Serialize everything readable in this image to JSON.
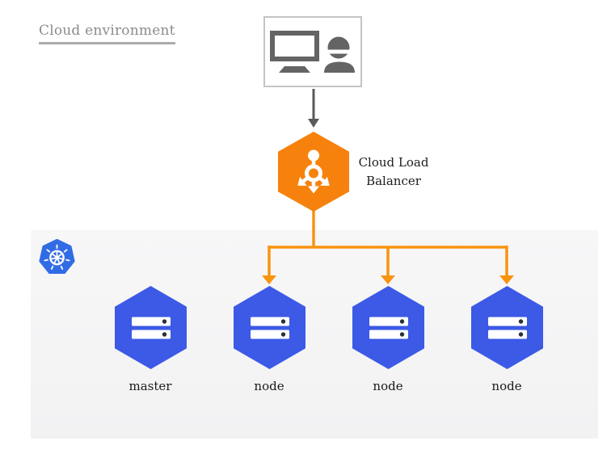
{
  "title": {
    "text": "Cloud environment"
  },
  "client_box": {
    "icon": "workstation-user-icon",
    "icon_color": "#646464",
    "border_color": "#c4c4c4"
  },
  "load_balancer": {
    "label": "Cloud Load Balancer",
    "icon": "load-balancer-icon",
    "hex_color": "#f6820d"
  },
  "connectors": {
    "client_to_lb_color": "#5a5a5a",
    "lb_to_nodes_color": "#f8940f"
  },
  "cluster_panel": {
    "logo_icon": "kubernetes-icon",
    "logo_color": "#326ce5",
    "background_color": "#f5f5f6",
    "node_hex_color": "#3c5ae6",
    "server_icon": "server-rack-icon",
    "nodes": [
      {
        "label": "master"
      },
      {
        "label": "node"
      },
      {
        "label": "node"
      },
      {
        "label": "node"
      }
    ]
  }
}
